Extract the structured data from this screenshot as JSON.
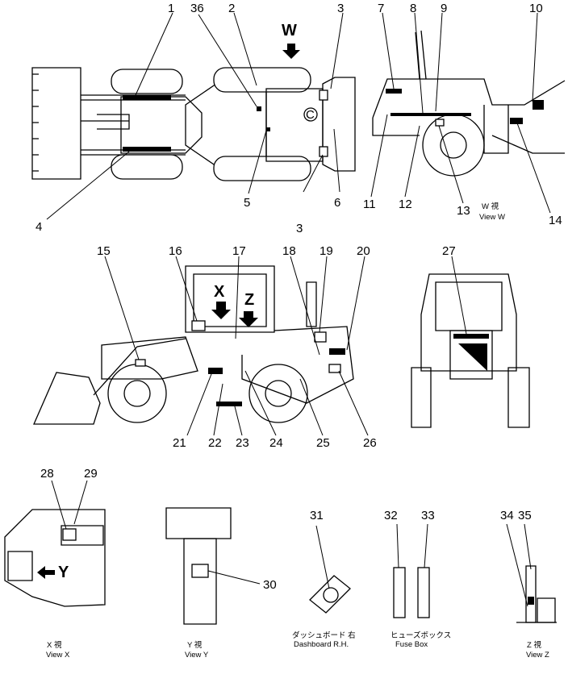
{
  "callouts": [
    "1",
    "2",
    "3",
    "4",
    "5",
    "6",
    "7",
    "8",
    "9",
    "10",
    "11",
    "12",
    "13",
    "14",
    "15",
    "16",
    "17",
    "18",
    "19",
    "20",
    "21",
    "22",
    "23",
    "24",
    "25",
    "26",
    "27",
    "28",
    "29",
    "30",
    "31",
    "32",
    "33",
    "34",
    "35",
    "36"
  ],
  "view_letters": {
    "w": "W",
    "x": "X",
    "y": "Y",
    "z": "Z"
  },
  "captions": {
    "view_w_jp": "W  視",
    "view_w": "View  W",
    "view_x_jp": "X  視",
    "view_x": "View  X",
    "view_y_jp": "Y  視",
    "view_y": "View  Y",
    "view_z_jp": "Z  視",
    "view_z": "View  Z",
    "dashboard_jp": "ダッシュボード  右",
    "dashboard": "Dashboard  R.H.",
    "fusebox_jp": "ヒューズボックス",
    "fusebox": "Fuse  Box"
  }
}
